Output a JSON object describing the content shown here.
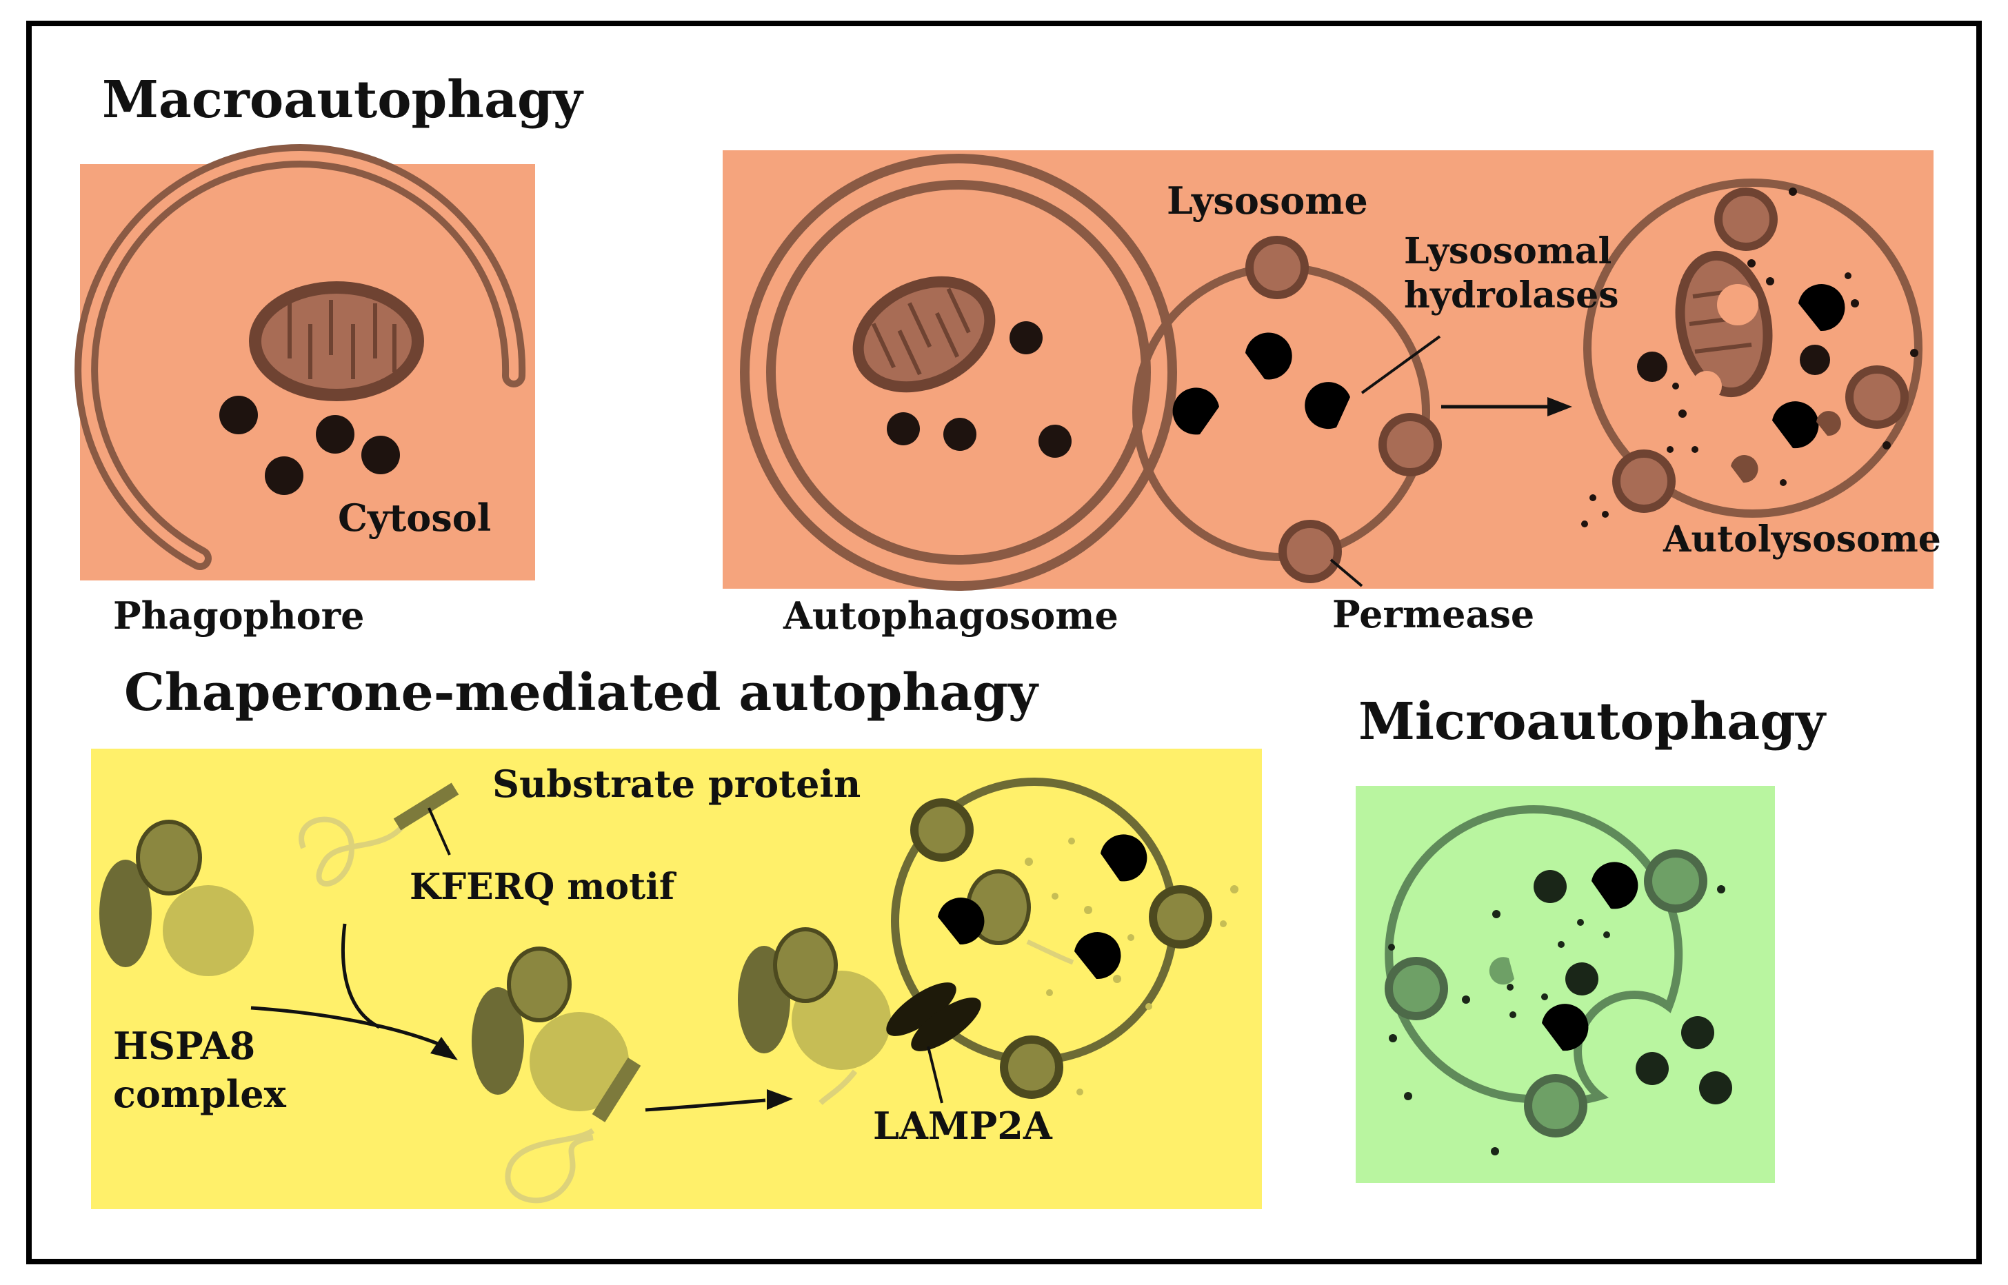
{
  "macroautophagy": {
    "title": "Macroautophagy",
    "labels": {
      "cytosol": "Cytosol",
      "phagophore": "Phagophore",
      "autophagosome": "Autophagosome",
      "lysosome": "Lysosome",
      "lysosomal_hydrolases_line1": "Lysosomal",
      "lysosomal_hydrolases_line2": "hydrolases",
      "permease": "Permease",
      "autolysosome": "Autolysosome"
    }
  },
  "cma": {
    "title": "Chaperone-mediated autophagy",
    "labels": {
      "substrate_protein": "Substrate protein",
      "kferq_motif": "KFERQ motif",
      "hspa8_line1": "HSPA8",
      "hspa8_line2": "complex",
      "lamp2a": "LAMP2A"
    }
  },
  "microautophagy": {
    "title": "Microautophagy"
  },
  "colors": {
    "macro_panel": "#f5a47d",
    "macro_line": "#8a5a44",
    "cma_panel": "#fff06a",
    "cma_dark": "#6d6b35",
    "micro_panel": "#b9f5a0",
    "micro_line": "#5f8a5a",
    "cargo": "#1e130f"
  }
}
